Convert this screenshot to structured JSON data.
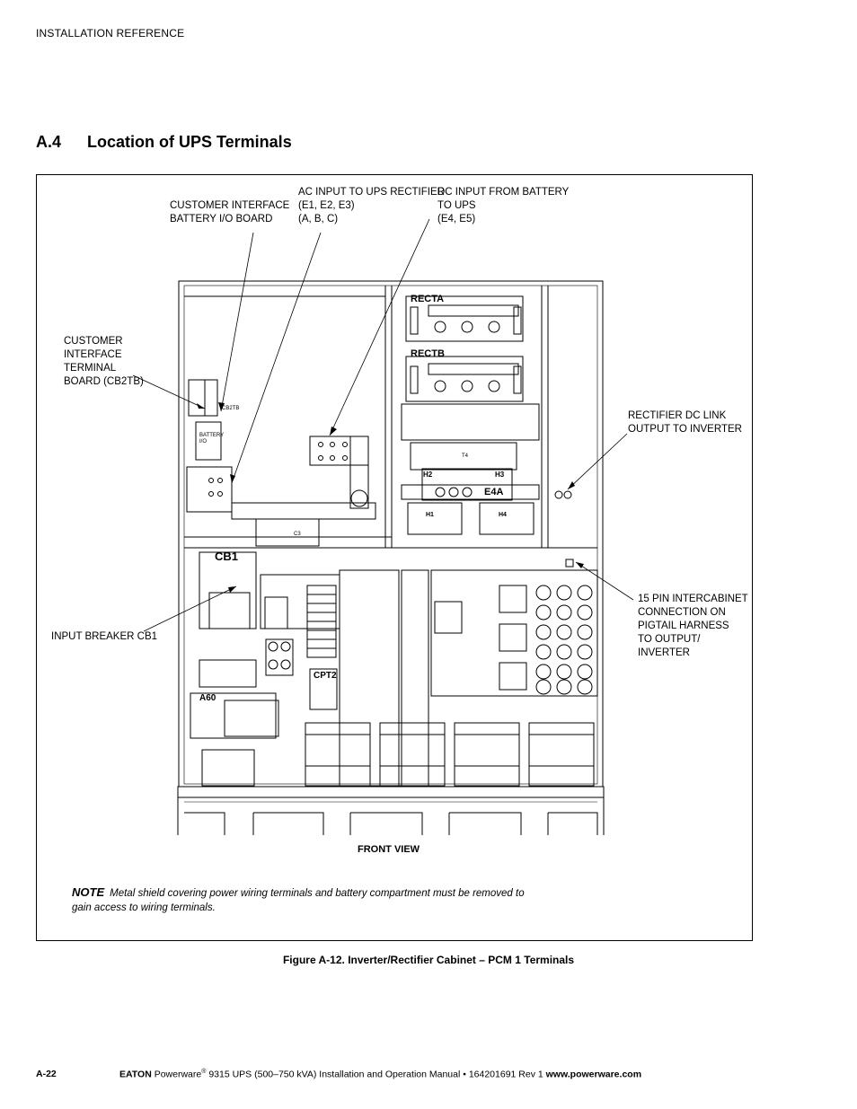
{
  "header": {
    "running_head": "INSTALLATION REFERENCE"
  },
  "section": {
    "number": "A.4",
    "title": "Location of UPS Terminals"
  },
  "callouts": {
    "customer_interface_battery": "CUSTOMER INTERFACE\nBATTERY I/O BOARD",
    "ac_input": "AC INPUT TO UPS RECTIFIER\n(E1, E2, E3)\n(A, B, C)",
    "dc_input": "DC INPUT FROM BATTERY\nTO UPS\n(E4, E5)",
    "customer_interface_terminal": "CUSTOMER\nINTERFACE\nTERMINAL\nBOARD (CB2TB)",
    "rectifier_dc_link": "RECTIFIER DC LINK\nOUTPUT TO INVERTER",
    "intercabinet": "15 PIN INTERCABINET\nCONNECTION ON\nPIGTAIL HARNESS\nTO OUTPUT/\nINVERTER",
    "input_breaker": "INPUT BREAKER CB1"
  },
  "drawing_labels": {
    "recta": "RECTA",
    "rectb": "RECTB",
    "cb1": "CB1",
    "a60": "A60",
    "cb2tb": "CB2TB",
    "battery_io": "BATTERY\nI/O",
    "c3": "C3",
    "e4a": "E4A",
    "cpt2": "CPT2",
    "t4": "T4",
    "h2": "H2",
    "h3": "H3",
    "h1": "H1",
    "h4": "H4"
  },
  "front_view": "FRONT VIEW",
  "note": {
    "label": "NOTE",
    "text": "Metal shield covering power wiring terminals and battery compartment must be removed to gain access to wiring terminals."
  },
  "caption": "Figure A-12. Inverter/Rectifier Cabinet – PCM 1 Terminals",
  "footer": {
    "page": "A-22",
    "brand": "EATON",
    "product": "Powerware",
    "registered": "®",
    "manual": " 9315 UPS (500–750 kVA) Installation and Operation Manual  •  164201691 Rev 1 ",
    "website": "www.powerware.com"
  }
}
